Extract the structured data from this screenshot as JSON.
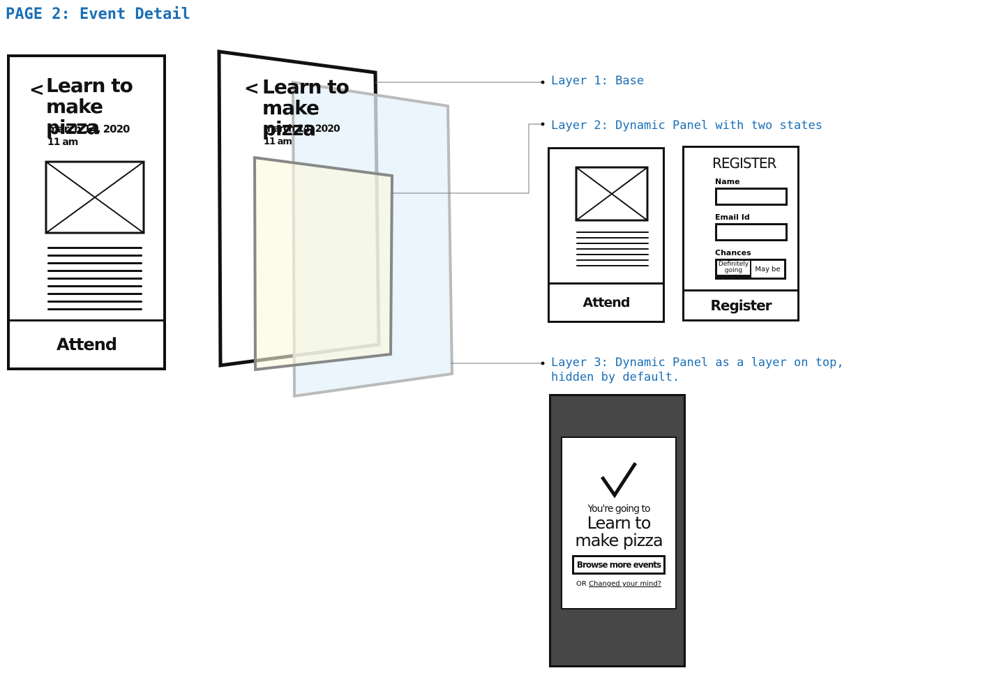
{
  "page_title": "PAGE 2: Event Detail",
  "event": {
    "back": "<",
    "title": "Learn to make pizza",
    "date": "march 14, 2020",
    "time": "11 am",
    "attend": "Attend"
  },
  "layers": [
    {
      "label": "Layer 1: Base"
    },
    {
      "label": "Layer 2: Dynamic Panel with two states"
    },
    {
      "label": "Layer 3: Dynamic Panel as a layer on top,",
      "label_line2": "hidden by default."
    }
  ],
  "register": {
    "heading": "REGISTER",
    "name_label": "Name",
    "email_label": "Email Id",
    "chances_label": "Chances",
    "options": [
      "Definitely going",
      "May be"
    ],
    "button": "Register"
  },
  "confirm": {
    "subtitle": "You're going to",
    "title": "Learn to make pizza",
    "browse": "Browse more events",
    "or": "OR",
    "changed": "Changed your mind?"
  },
  "colors": {
    "accent": "#1a6eb5",
    "layer_blue": "#e3f1fb",
    "layer_yellow": "#fbf9dc",
    "overlay": "#474747"
  }
}
